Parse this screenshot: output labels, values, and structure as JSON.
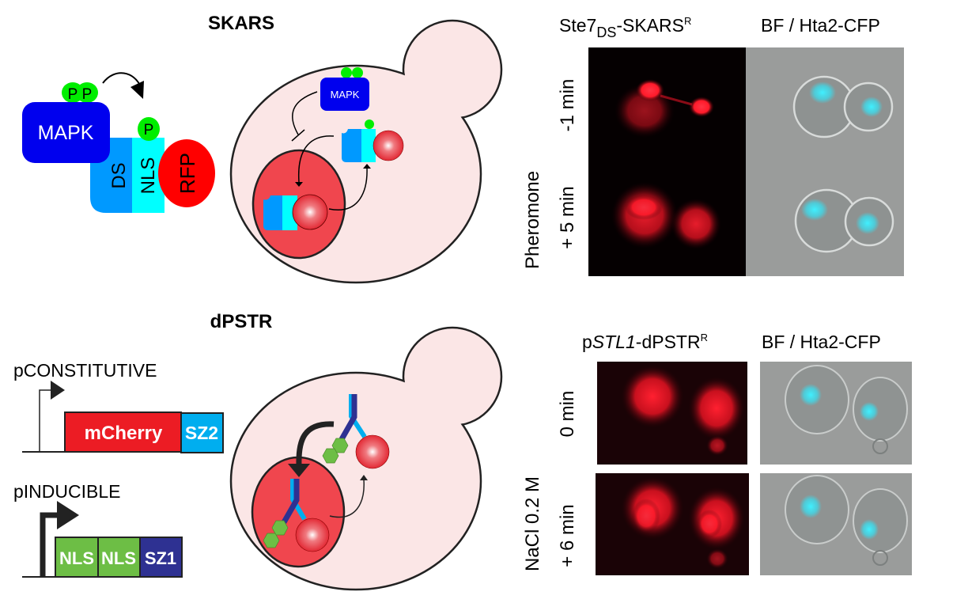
{
  "skars": {
    "title": "SKARS",
    "mapk": "MAPK",
    "phospho": "P",
    "ds": "DS",
    "nls": "NLS",
    "rfp": "RFP",
    "cell_mapk": "MAPK"
  },
  "dpstr": {
    "title": "dPSTR",
    "promoter_constitutive": "pCONSTITUTIVE",
    "mcherry": "mCherry",
    "sz2": "SZ2",
    "promoter_inducible": "pINDUCIBLE",
    "nls": "NLS",
    "sz1": "SZ1"
  },
  "panel_top": {
    "reporter_main": "Ste7",
    "reporter_sub": "DS",
    "reporter_rest": "-SKARS",
    "reporter_sup": "R",
    "bf_label": "BF / Hta2-CFP",
    "condition": "Pheromone",
    "times": [
      "-1 min",
      "+ 5 min"
    ]
  },
  "panel_bottom": {
    "reporter_pre": "p",
    "reporter_gene": "STL1",
    "reporter_rest": "-dPSTR",
    "reporter_sup": "R",
    "bf_label": "BF / Hta2-CFP",
    "condition": "NaCl 0.2 M",
    "times": [
      "0 min",
      "+ 6 min"
    ]
  },
  "colors": {
    "mapk": "#0000ee",
    "ds": "#0099ff",
    "nls": "#00ffff",
    "rfp": "#ff0000",
    "phospho": "#00ee00",
    "cytoplasm": "#fbe6e6",
    "nucleus": "#f0464e",
    "mcherry": "#ec1c24",
    "sz2": "#00aeef",
    "nls_green": "#6dbe45",
    "sz1": "#2e3192"
  }
}
